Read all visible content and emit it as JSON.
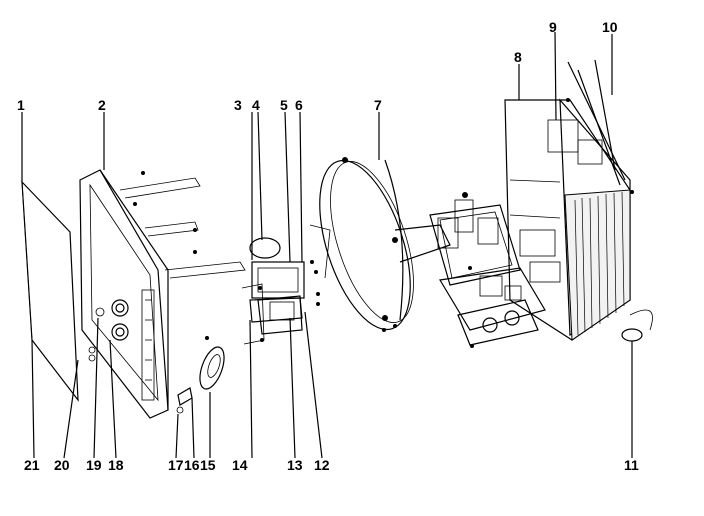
{
  "callouts": [
    {
      "id": "1",
      "text": "1"
    },
    {
      "id": "2",
      "text": "2"
    },
    {
      "id": "3",
      "text": "3"
    },
    {
      "id": "4",
      "text": "4"
    },
    {
      "id": "5",
      "text": "5"
    },
    {
      "id": "6",
      "text": "6"
    },
    {
      "id": "7",
      "text": "7"
    },
    {
      "id": "8",
      "text": "8"
    },
    {
      "id": "9",
      "text": "9"
    },
    {
      "id": "10",
      "text": "10"
    },
    {
      "id": "11",
      "text": "11"
    },
    {
      "id": "12",
      "text": "12"
    },
    {
      "id": "13",
      "text": "13"
    },
    {
      "id": "14",
      "text": "14"
    },
    {
      "id": "15",
      "text": "15"
    },
    {
      "id": "16",
      "text": "16"
    },
    {
      "id": "17",
      "text": "17"
    },
    {
      "id": "18",
      "text": "18"
    },
    {
      "id": "19",
      "text": "19"
    },
    {
      "id": "20",
      "text": "20"
    },
    {
      "id": "21",
      "text": "21"
    }
  ],
  "colors": {
    "ink": "#000000",
    "paper": "#ffffff"
  }
}
